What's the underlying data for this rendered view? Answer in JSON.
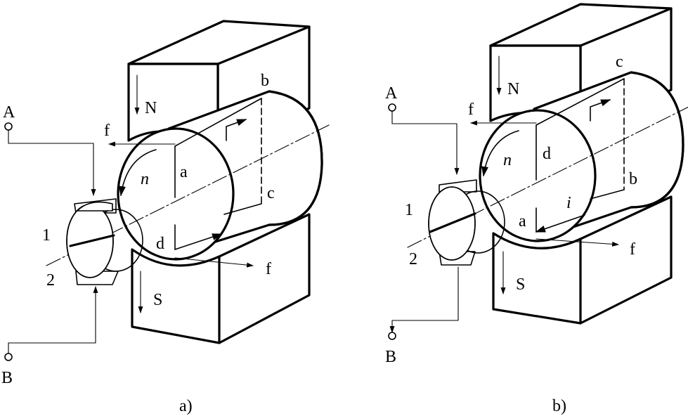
{
  "panel_a": {
    "caption": "a)",
    "terminal_A": "A",
    "terminal_B": "B",
    "pole_N": "N",
    "pole_S": "S",
    "force_top": "f",
    "force_bottom": "f",
    "speed": "n",
    "segment_1": "1",
    "segment_2": "2",
    "coil_a": "a",
    "coil_b": "b",
    "coil_c": "c",
    "coil_d": "d"
  },
  "panel_b": {
    "caption": "b)",
    "terminal_A": "A",
    "terminal_B": "B",
    "pole_N": "N",
    "pole_S": "S",
    "force_top": "f",
    "force_bottom": "f",
    "speed": "n",
    "current": "i",
    "segment_1": "1",
    "segment_2": "2",
    "coil_a": "a",
    "coil_b": "b",
    "coil_c": "c",
    "coil_d": "d"
  }
}
